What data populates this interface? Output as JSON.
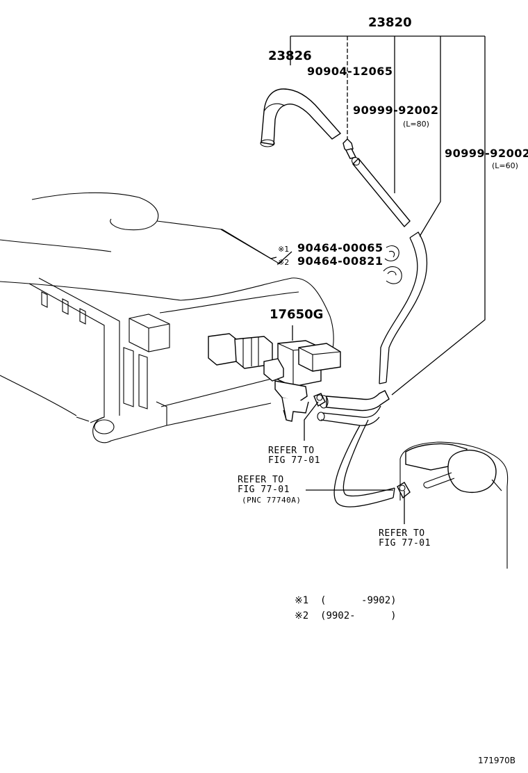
{
  "labels": {
    "part_23820": "23820",
    "part_23826": "23826",
    "part_90904_12065": "90904-12065",
    "part_90999_92002_a": "90999-92002",
    "length_a": "(L=80)",
    "part_90999_92002_b": "90999-92002",
    "length_b": "(L=60)",
    "note1_mark": "※1",
    "part_90464_00065": "90464-00065",
    "note2_mark": "※2",
    "part_90464_00821": "90464-00821",
    "part_17650G": "17650G"
  },
  "references": {
    "ref1_line1": "REFER TO",
    "ref1_line2": "FIG 77-01",
    "ref2_line1": "REFER TO",
    "ref2_line2": "FIG 77-01",
    "ref2_line3": "(PNC 77740A)",
    "ref3_line1": "REFER TO",
    "ref3_line2": "FIG 77-01"
  },
  "notes": {
    "note1": "※1  (      -9902)",
    "note2": "※2  (9902-      )"
  },
  "footer": {
    "figure_id": "171970B"
  }
}
